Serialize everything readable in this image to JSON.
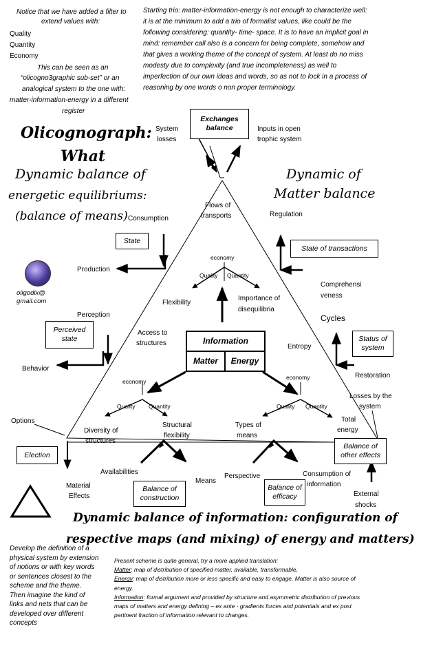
{
  "intro_left": {
    "line1": "Notice that we have added a filter to",
    "line2": "extend values with:",
    "list": [
      "Quality",
      "Quantity",
      "Economy"
    ],
    "line3": "This can be seen as an",
    "line4": "“olicogno3graphic sub-set” or an",
    "line5": "analogical system to the one with:",
    "line6": "matter-information-energy in a different",
    "line7": "register"
  },
  "intro_right": [
    "Starting trio: matter-information-energy is not enough to characterize well:",
    "it is at the minimum to add a trio of formalist values, like could be the",
    "following considering: quantity- time- space. It is to have an implicit goal in",
    "mind: remember call also is a concern for being complete, somehow and",
    "that gives a working theme of the concept of system. At least do no miss",
    "modesty due to complexity (and true incompleteness) as well to",
    "imperfection of our own ideas and words, so as not to lock in a process of",
    "reasoning by one words o non proper terminology."
  ],
  "title": {
    "line1": "Olicognograph:",
    "line2": "What"
  },
  "headings": {
    "top_left": [
      "Dynamic balance of",
      "energetic equilibriums:",
      "(balance of means)"
    ],
    "top_right": [
      "Dynamic of",
      "Matter balance"
    ],
    "bottom": [
      "Dynamic balance of information: configuration of",
      "respective maps (and mixing) of energy and matters)"
    ]
  },
  "email": {
    "line1": "oligodix@",
    "line2": "gmail.com"
  },
  "center": {
    "information": "Information",
    "matter": "Matter",
    "energy": "Energy"
  },
  "boxes": {
    "exchanges": [
      "Exchanges",
      "balance"
    ],
    "state": "State",
    "perceived": [
      "Perceived",
      "state"
    ],
    "election": "Election",
    "state_trans": "State of transactions",
    "status": [
      "Status of",
      "system"
    ],
    "balance_other": [
      "Balance of",
      "other effects"
    ],
    "balance_construction": [
      "Balance of",
      "construction"
    ],
    "balance_efficacy": [
      "Balance of",
      "efficacy"
    ]
  },
  "labels": {
    "system_losses": [
      "System",
      "losses"
    ],
    "inputs": [
      "Inputs in open",
      "trophic system"
    ],
    "flows": [
      "Flows of",
      "transports"
    ],
    "consumption": "Consumption",
    "regulation": "Regulation",
    "production": "Production",
    "economy": "economy",
    "quality": "Quality",
    "quantity": "Quantity",
    "comprehensiveness": [
      "Comprehensi",
      "veness"
    ],
    "flexibility": "Flexibility",
    "importance": [
      "Importance of",
      "disequilibria"
    ],
    "perception": "Perception",
    "cycles": "Cycles",
    "access": [
      "Access to",
      "structures"
    ],
    "entropy": "Entropy",
    "behavior": "Behavior",
    "restoration": "Restoration",
    "losses_by": [
      "Losses by the",
      "system"
    ],
    "options": "Options",
    "diversity": [
      "Diversity of",
      "structures"
    ],
    "structural": [
      "Structural",
      "flexibility"
    ],
    "types": [
      "Types of",
      "means"
    ],
    "total_energy": [
      "Total",
      "energy"
    ],
    "availabilities": "Availabilities",
    "material_effects": [
      "Material",
      "Effects"
    ],
    "means": "Means",
    "perspective": "Perspective",
    "consumption_info": [
      "Consumption of",
      "information"
    ],
    "external_shocks": [
      "External",
      "shocks"
    ]
  },
  "bottom_left": [
    "Develop the definition of a",
    "physical system by extension",
    "of notions or with key words",
    "or sentences closest to the",
    "scheme and the theme.",
    "Then imagine the kind of",
    "links and nets that can be",
    "developed over different",
    "concepts"
  ],
  "bottom_right": {
    "intro": "Present scheme is quite general, try a more applied translation:",
    "matter_key": "Matter",
    "matter_text": ": map of distribution of specified matter, available, transformable,",
    "energy_key": "Energy",
    "energy_text": ": map of distribution more or less specific and easy to engage. Matter is also source of",
    "energy_cont": "energy.",
    "info_key": "Information",
    "info_text": ": formal argument and provided by structure and asymmetric distribution of previous",
    "info_cont1": "maps of matters and energy defining – ex ante - gradients forces and potentials and ex post",
    "info_cont2": "pertinent fraction of information relevant to changes."
  }
}
